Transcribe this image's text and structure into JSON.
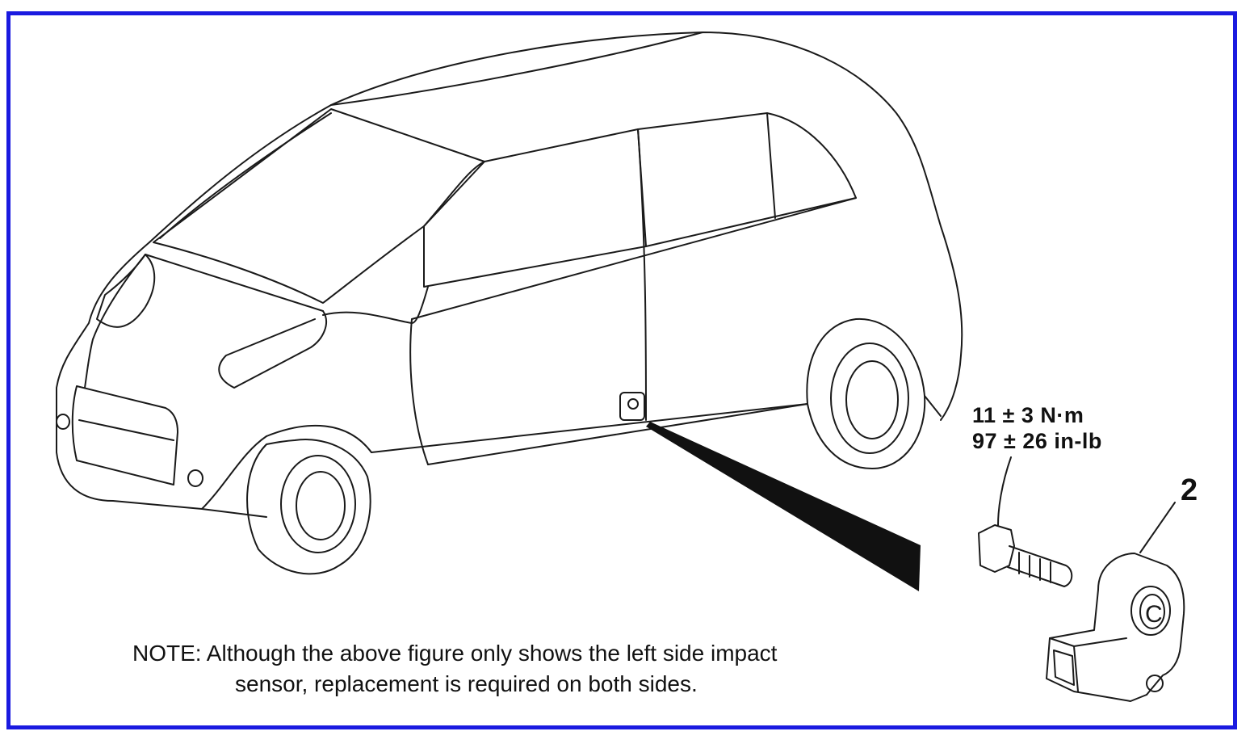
{
  "figure": {
    "torque_nm": "11 ± 3 N·m",
    "torque_inlb": "97 ± 26 in-lb",
    "callout_number": "2",
    "sensor_mark": "C",
    "note_line1": "NOTE:  Although the above figure only shows the left side impact",
    "note_line2": "sensor, replacement is required on both sides."
  },
  "colors": {
    "frame": "#1a1ae0",
    "line": "#1a1a1a",
    "background": "#ffffff"
  }
}
